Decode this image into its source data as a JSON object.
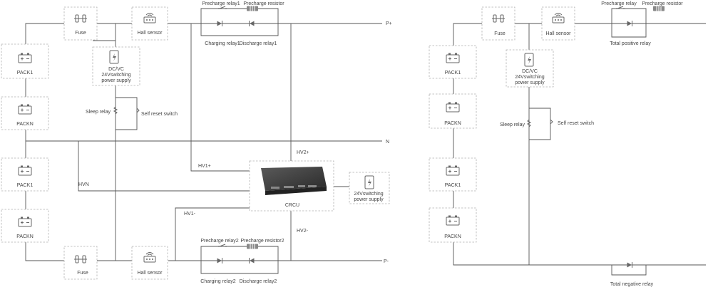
{
  "left": {
    "fuse_top": "Fuse",
    "hall_top": "Hall sensor",
    "precharge_relay1": "Precharge relay1",
    "precharge_resistor": "Precharge resistor",
    "charging_relay1": "Charging relay1",
    "discharge_relay1": "Discharge relay1",
    "p_plus": "P+",
    "n": "N",
    "p_minus": "P-",
    "pack1_a": "PACK1",
    "packn_a": "PACKN",
    "pack1_b": "PACK1",
    "packn_b": "PACKN",
    "psu_line1": "DC/VC",
    "psu_line2": "24Vswitching",
    "psu_line3": "power supply",
    "sleep_relay": "Sleep relay",
    "self_reset_switch": "Self reset switch",
    "hv2_plus": "HV2+",
    "hv1_plus": "HV1+",
    "hvn": "HVN",
    "crcu": "CRCU",
    "psu2_line1": "24Vswitching",
    "psu2_line2": "power supply",
    "hv1_minus": "HV1-",
    "hv2_minus": "HV2-",
    "precharge_relay2": "Precharge relay2",
    "precharge_resistor2": "Precharge resistor2",
    "charging_relay2": "Charging relay2",
    "discharge_relay2": "Discharge relay2",
    "fuse_bottom": "Fuse",
    "hall_bottom": "Hall sensor"
  },
  "right": {
    "fuse": "Fuse",
    "hall": "Hall sensor",
    "precharge_relay": "Precharge relay",
    "precharge_resistor": "Precharge resistor",
    "total_positive_relay": "Total positive relay",
    "pack1_a": "PACK1",
    "packn_a": "PACKN",
    "pack1_b": "PACK1",
    "packn_b": "PACKN",
    "psu_line1": "DC/VC",
    "psu_line2": "24Vswitching",
    "psu_line3": "power supply",
    "sleep_relay": "Sleep relay",
    "self_reset_switch": "Self reset switch",
    "total_negative_relay": "Total negative relay"
  },
  "icons": [
    "fuse-icon",
    "hall-sensor-icon",
    "battery-icon",
    "power-supply-icon",
    "diode-icon",
    "relay-icon",
    "resistor-icon",
    "switch-icon",
    "controller-icon"
  ]
}
